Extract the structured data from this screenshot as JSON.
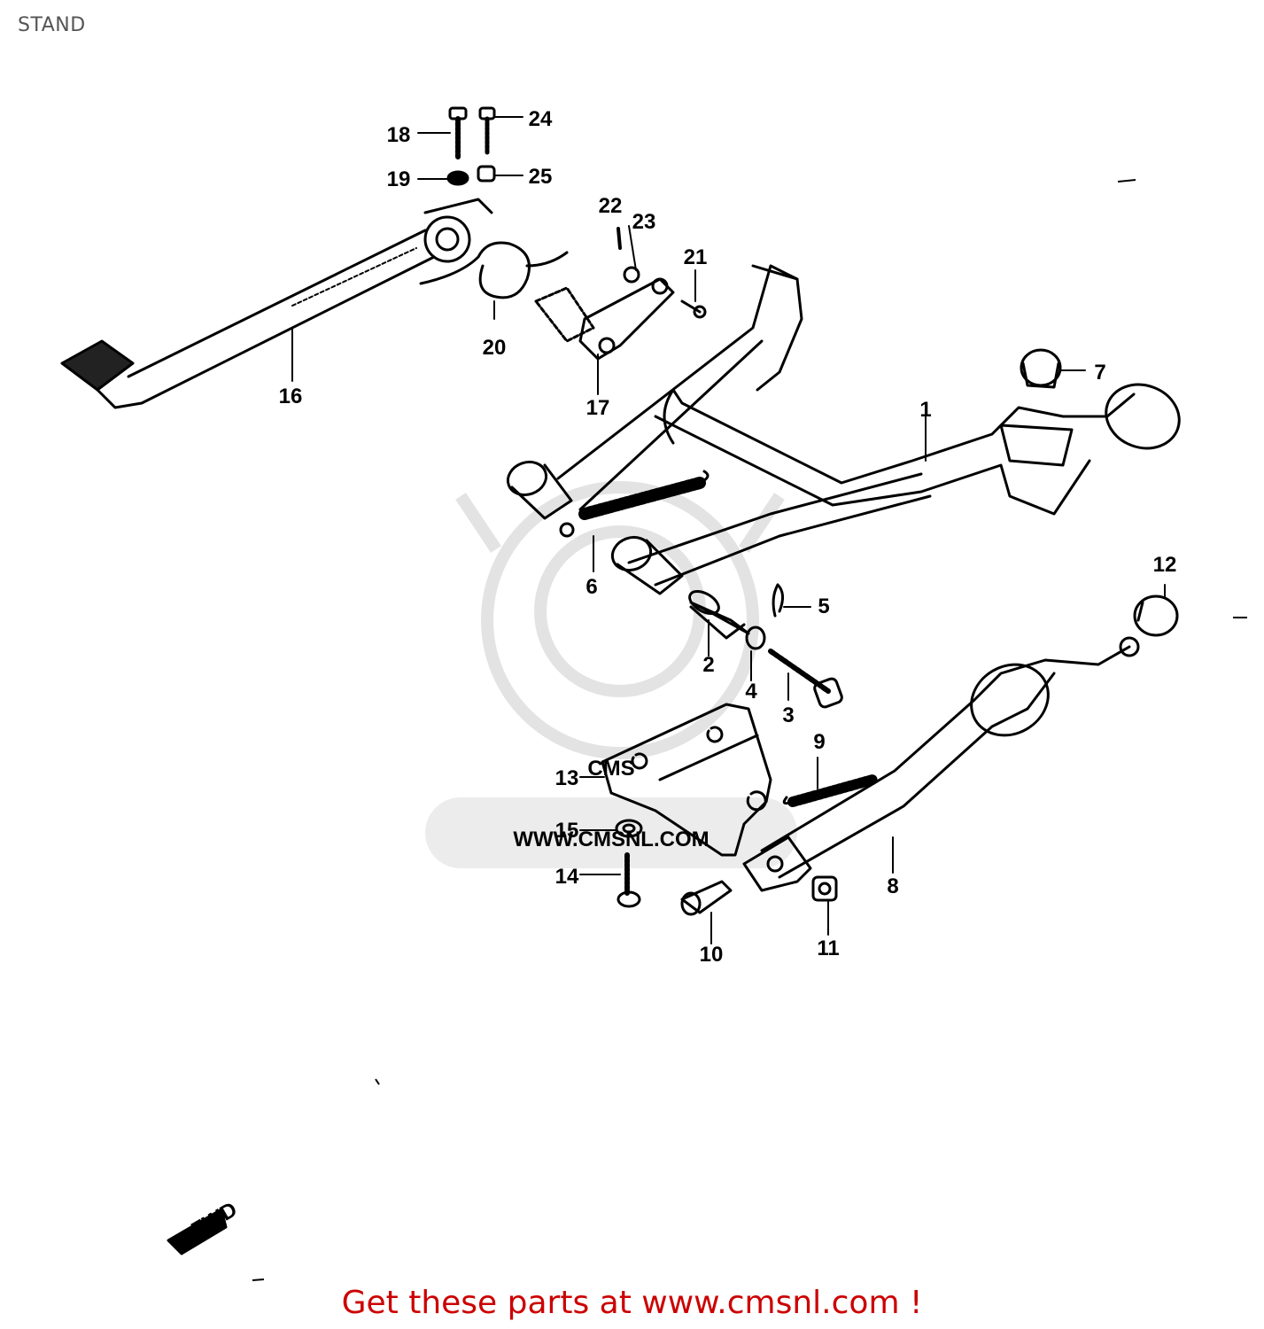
{
  "page": {
    "title": "STAND"
  },
  "watermark": {
    "logo_text": "CMS",
    "url_text": "WWW.CMSNL.COM"
  },
  "fwd_marker": {
    "label": "FWD"
  },
  "callouts": [
    "1",
    "2",
    "3",
    "4",
    "5",
    "6",
    "7",
    "8",
    "9",
    "10",
    "11",
    "12",
    "13",
    "14",
    "15",
    "16",
    "17",
    "18",
    "19",
    "20",
    "21",
    "22",
    "23",
    "24",
    "25"
  ],
  "promo": {
    "text": "Get these parts at www.cmsnl.com !"
  },
  "colors": {
    "promo": "#cc0000",
    "line": "#000000",
    "watermark": "#e6e6e6"
  }
}
